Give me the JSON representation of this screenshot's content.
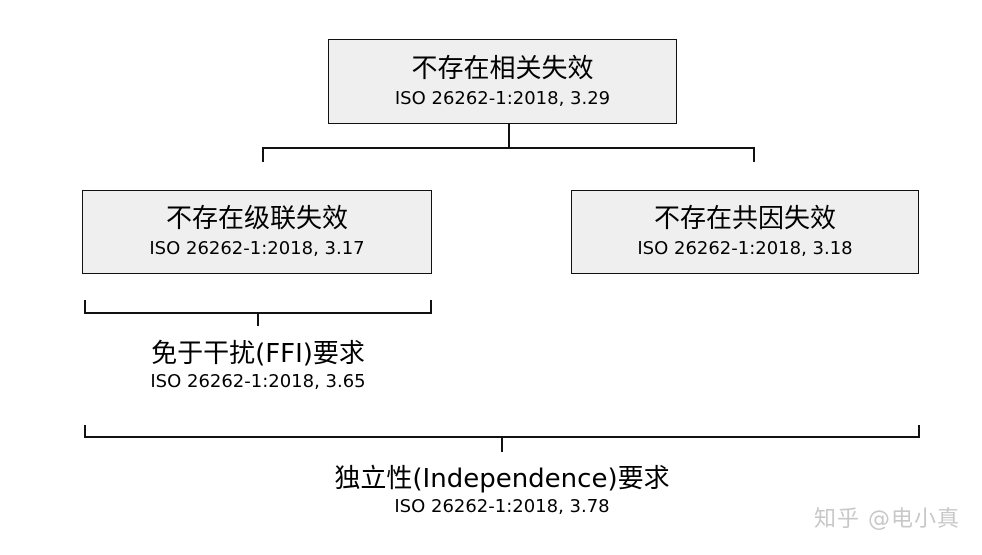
{
  "nodes": {
    "root": {
      "title": "不存在相关失效",
      "ref": "ISO 26262-1:2018, 3.29"
    },
    "cascading": {
      "title": "不存在级联失效",
      "ref": "ISO 26262-1:2018, 3.17"
    },
    "common_cause": {
      "title": "不存在共因失效",
      "ref": "ISO 26262-1:2018, 3.18"
    },
    "ffi": {
      "title": "免于干扰(FFI)要求",
      "ref": "ISO 26262-1:2018, 3.65"
    },
    "independence": {
      "title": "独立性(Independence)要求",
      "ref": "ISO 26262-1:2018, 3.78"
    }
  },
  "watermark": "知乎 @电小真"
}
